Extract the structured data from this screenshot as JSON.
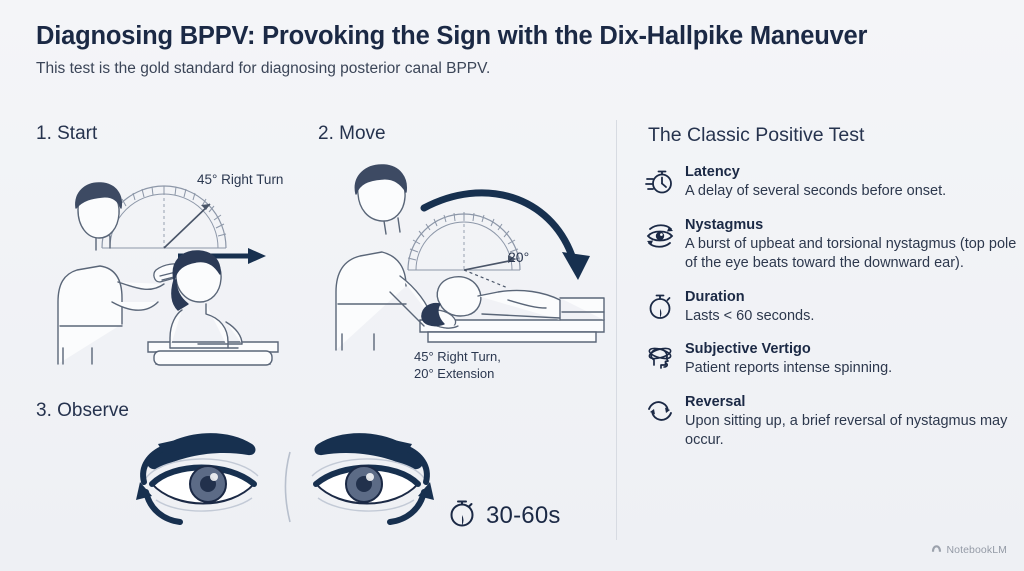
{
  "header": {
    "title": "Diagnosing BPPV: Provoking the Sign with the Dix-Hallpike Maneuver",
    "subtitle": "This test is the gold standard for diagnosing posterior canal BPPV."
  },
  "steps": [
    {
      "heading": "1. Start",
      "annotation": "45° Right Turn"
    },
    {
      "heading": "2. Move",
      "annotation": "20°",
      "caption_line1": "45° Right Turn,",
      "caption_line2": "20° Extension"
    },
    {
      "heading": "3. Observe",
      "timer": "30-60s"
    }
  ],
  "panel": {
    "heading": "The Classic Positive Test",
    "facts": [
      {
        "icon": "stopwatch-lines-icon",
        "term": "Latency",
        "desc": "A delay of several seconds before onset."
      },
      {
        "icon": "eye-rotation-icon",
        "term": "Nystagmus",
        "desc": "A burst of upbeat and torsional nystagmus (top pole of the eye beats toward the downward ear)."
      },
      {
        "icon": "stopwatch-filled-icon",
        "term": "Duration",
        "desc": "Lasts < 60 seconds."
      },
      {
        "icon": "dizzy-head-icon",
        "term": "Subjective Vertigo",
        "desc": "Patient reports intense spinning."
      },
      {
        "icon": "refresh-cycle-icon",
        "term": "Reversal",
        "desc": "Upon sitting up, a brief reversal of nystagmus may occur."
      }
    ]
  },
  "watermark": {
    "label": "NotebookLM"
  },
  "colors": {
    "background": "#f1f3f6",
    "ink_dark": "#1b2945",
    "ink_body": "#2d384d",
    "line": "#4a5568",
    "accent_navy": "#17304f",
    "divider": "#d7dbe2"
  }
}
